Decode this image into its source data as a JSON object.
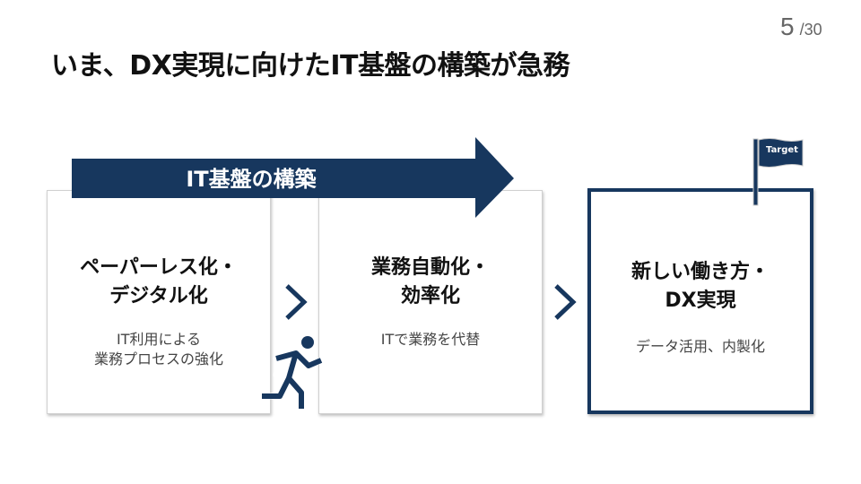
{
  "title": "いま、DX実現に向けたIT基盤の構築が急務",
  "page": {
    "current": "5",
    "total": "/30"
  },
  "arrow": {
    "label": "IT基盤の構築"
  },
  "flag": {
    "label": "Target"
  },
  "cards": [
    {
      "heading1": "ペーパーレス化・",
      "heading2": "デジタル化",
      "sub1": "IT利用による",
      "sub2": "業務プロセスの強化"
    },
    {
      "heading1": "業務自動化・",
      "heading2": "効率化",
      "sub1": "ITで業務を代替",
      "sub2": ""
    },
    {
      "heading1": "新しい働き方・",
      "heading2": "DX実現",
      "sub1": "データ活用、内製化",
      "sub2": ""
    }
  ],
  "colors": {
    "navy": "#17375e"
  }
}
